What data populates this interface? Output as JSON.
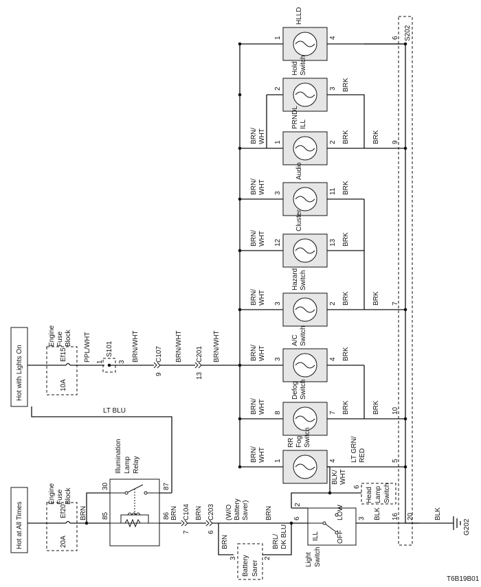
{
  "sources": {
    "hot_all_times": "Hot at All Times",
    "hot_lights_on": "Hot with Lights On"
  },
  "fuses": {
    "ef20": {
      "name": "Ef20",
      "rating": "20A",
      "block": [
        "Engine",
        "Fuse",
        "Block"
      ]
    },
    "ef15": {
      "name": "Ef15",
      "rating": "10A",
      "block": [
        "Engine",
        "Fuse",
        "Block"
      ]
    }
  },
  "relay": {
    "title": [
      "Illumination",
      "Lamp",
      "Relay"
    ],
    "pins": {
      "p30": "30",
      "p85": "85",
      "p87": "87",
      "p86": "86"
    }
  },
  "splices": {
    "s101": "S101",
    "s202": "S202"
  },
  "connectors": {
    "c107": {
      "name": "C107",
      "pin": "9"
    },
    "c201": {
      "name": "C201",
      "pin": "13"
    },
    "c104": {
      "name": "C104",
      "pin": "7"
    },
    "c203": {
      "name": "C203",
      "pin": "6"
    }
  },
  "wires": {
    "brn": "BRN",
    "brn_wht": "BRN/WHT",
    "brn_wht_split": [
      "BRN/",
      "WHT"
    ],
    "ppl_wht": "PPL/WHT",
    "lt_blu": "LT BLU",
    "brk": "BRK",
    "blk": "BLK",
    "blk_wht": [
      "BLK/",
      "WHT"
    ],
    "brl_dk_blu": [
      "BRL/",
      "DK BLU"
    ],
    "lt_grn_red": [
      "LT GRN/",
      "RED"
    ]
  },
  "pins_misc": {
    "s101_1": "1",
    "s101_3": "3",
    "battery_3": "3",
    "battery_2": "2",
    "light_2": "2",
    "light_6": "6",
    "light_3": "3",
    "head_6": "6",
    "s202": [
      "6",
      "9",
      "7",
      "10",
      "5",
      "16",
      "20"
    ]
  },
  "battery_saver": {
    "label": [
      "Battery",
      "Sarer"
    ],
    "note": [
      "(W/O",
      "Battery",
      "Saver)"
    ]
  },
  "light_switch": {
    "label": [
      "Light",
      "Switch"
    ],
    "ill": "ILL",
    "low": "LOW",
    "off": "OFF"
  },
  "head_lamp_switch": {
    "label": [
      "Head",
      "Lamp",
      "Switch"
    ]
  },
  "lamps": [
    {
      "name": [
        "HLLD"
      ],
      "left_pin": "1",
      "right_pin": "4"
    },
    {
      "name": [
        "Hold",
        "Switch"
      ],
      "left_pin": "2",
      "right_pin": "3"
    },
    {
      "name": [
        "PRNDL",
        "ILL"
      ],
      "left_pin": "1",
      "right_pin": "2"
    },
    {
      "name": [
        "Audio"
      ],
      "left_pin": "3",
      "right_pin": "11"
    },
    {
      "name": [
        "Cluster"
      ],
      "left_pin": "12",
      "right_pin": "13"
    },
    {
      "name": [
        "Hazard",
        "Switch"
      ],
      "left_pin": "3",
      "right_pin": "2"
    },
    {
      "name": [
        "A/C",
        "Switch"
      ],
      "left_pin": "3",
      "right_pin": "4"
    },
    {
      "name": [
        "Defog",
        "Switch"
      ],
      "left_pin": "8",
      "right_pin": "7"
    },
    {
      "name": [
        "RR",
        "Fog",
        "Switch"
      ],
      "left_pin": "1",
      "right_pin": "4"
    }
  ],
  "ground": {
    "name": "G202"
  },
  "figure_code": "T6B19B01"
}
